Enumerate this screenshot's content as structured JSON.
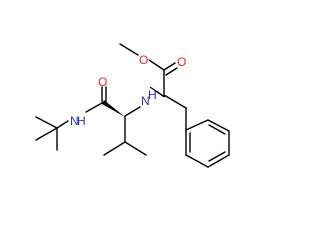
{
  "molecule": {
    "atoms": {
      "ester_methyl_O": "O",
      "ester_carbonyl_O": "O",
      "amine_N": "N",
      "amide_carbonyl_O": "O",
      "amide_N": "N"
    },
    "hydrogens": {
      "amine_H": "H",
      "amide_H": "H"
    },
    "colors": {
      "bond": "#000000",
      "oxygen": "#e8281e",
      "nitrogen": "#2532c8",
      "background": "#ffffff"
    }
  }
}
